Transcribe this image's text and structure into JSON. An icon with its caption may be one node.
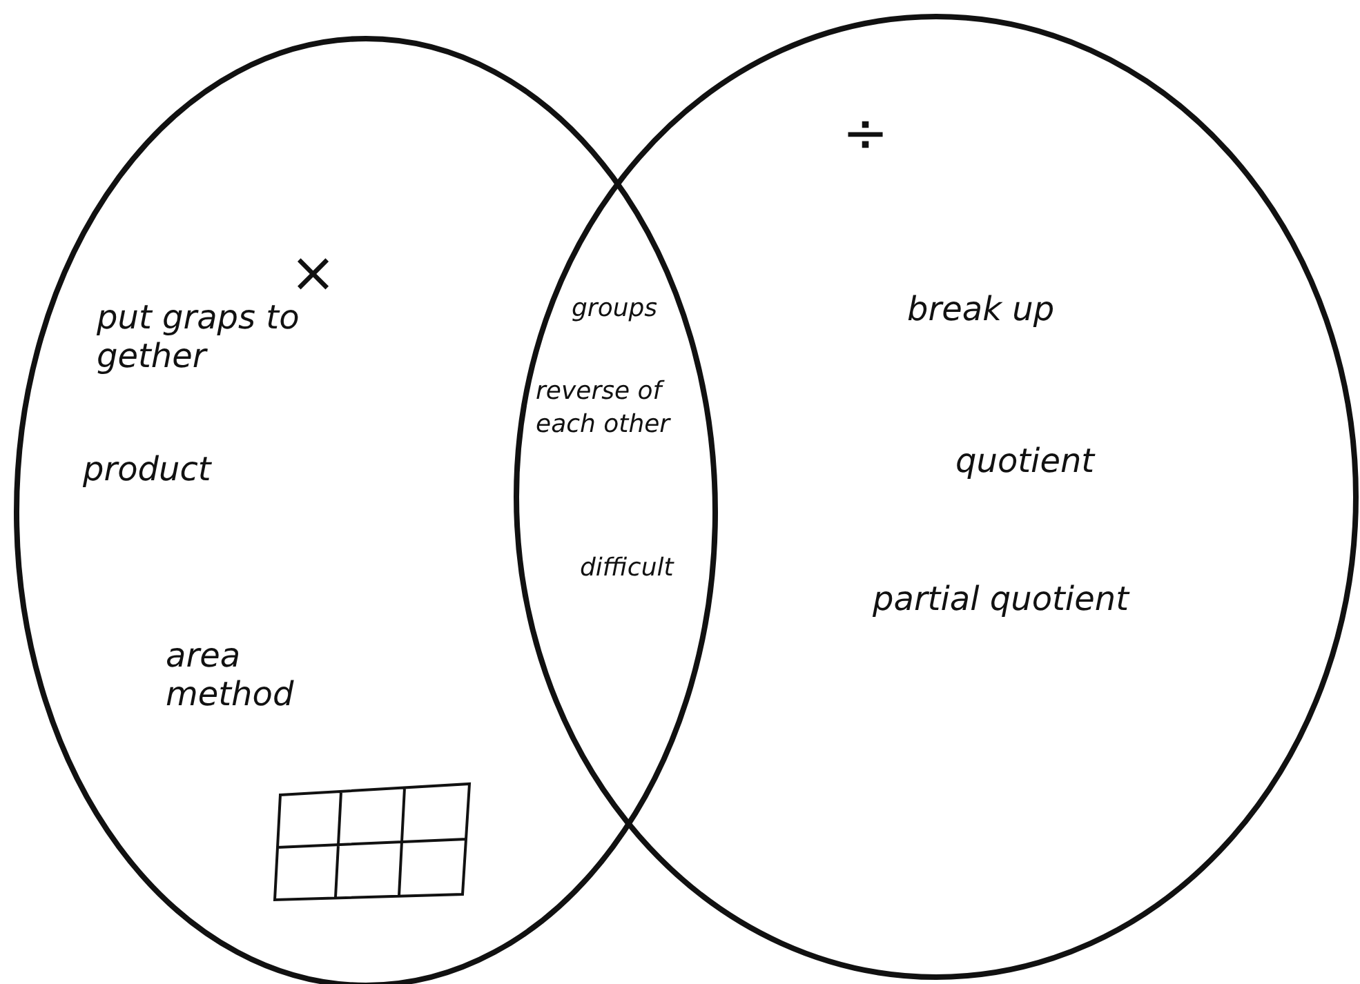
{
  "diagram": {
    "nodes": [
      {
        "text": [
          "×",
          "put graps to gether",
          "product",
          "area method"
        ]
      },
      {
        "text": [
          "÷",
          "break up",
          "quotient",
          "partial quotient"
        ]
      }
    ],
    "labels": [
      "groups",
      "reverse of each other",
      "difficult"
    ]
  }
}
